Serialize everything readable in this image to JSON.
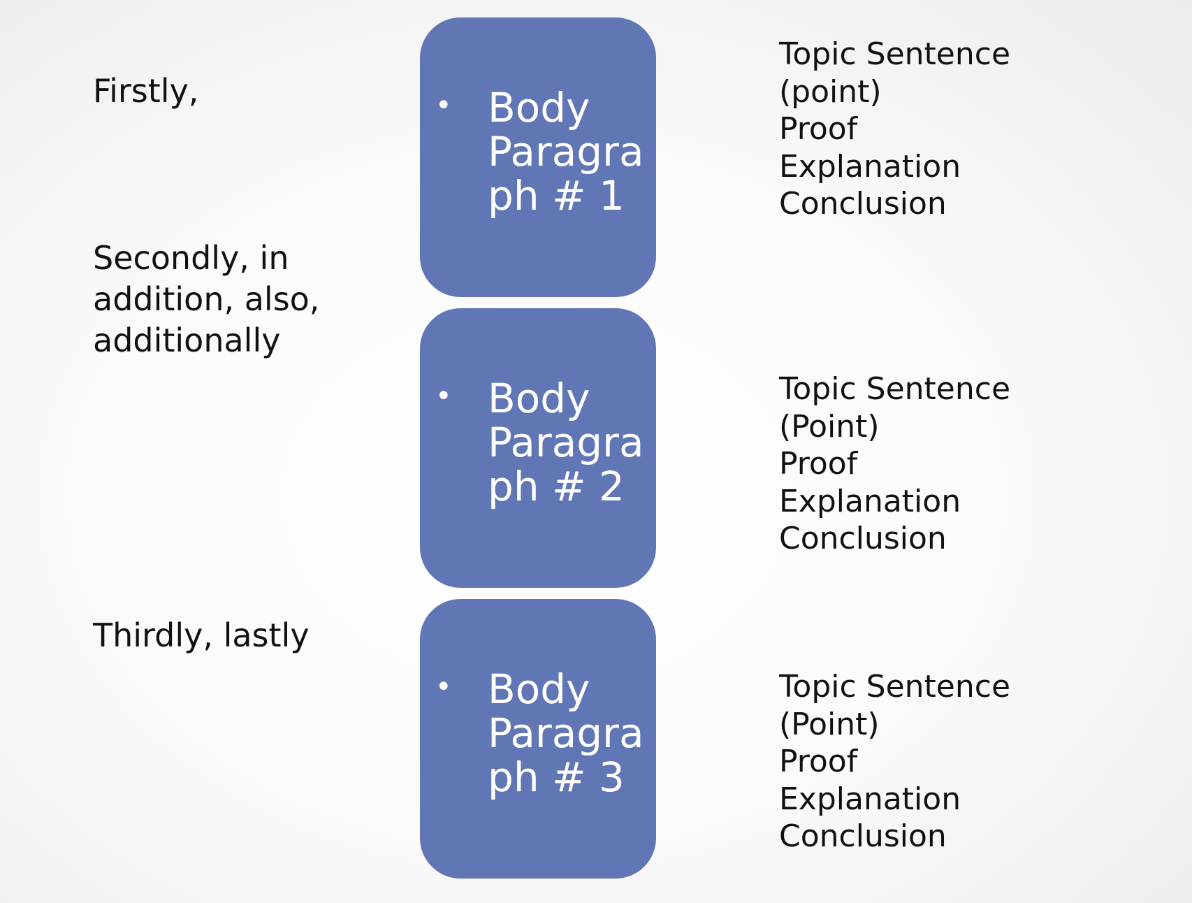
{
  "transitions": [
    "Firstly,",
    "Secondly, in\naddition, also,\nadditionally",
    "Thirdly, lastly"
  ],
  "paragraphs": [
    {
      "bullet": "•",
      "label": "Body\nParagra\nph # 1",
      "structure": [
        "Topic Sentence",
        "(point)",
        "Proof",
        "Explanation",
        "Conclusion"
      ]
    },
    {
      "bullet": "•",
      "label": "Body\nParagra\nph # 2",
      "structure": [
        "Topic Sentence",
        "(Point)",
        "Proof",
        "Explanation",
        "Conclusion"
      ]
    },
    {
      "bullet": "•",
      "label": "Body\nParagra\nph # 3",
      "structure": [
        "Topic Sentence",
        "(Point)",
        "Proof",
        "Explanation",
        "Conclusion"
      ]
    }
  ],
  "colors": {
    "box_fill": "#6176b4",
    "box_text": "#ffffff",
    "text": "#111111"
  }
}
